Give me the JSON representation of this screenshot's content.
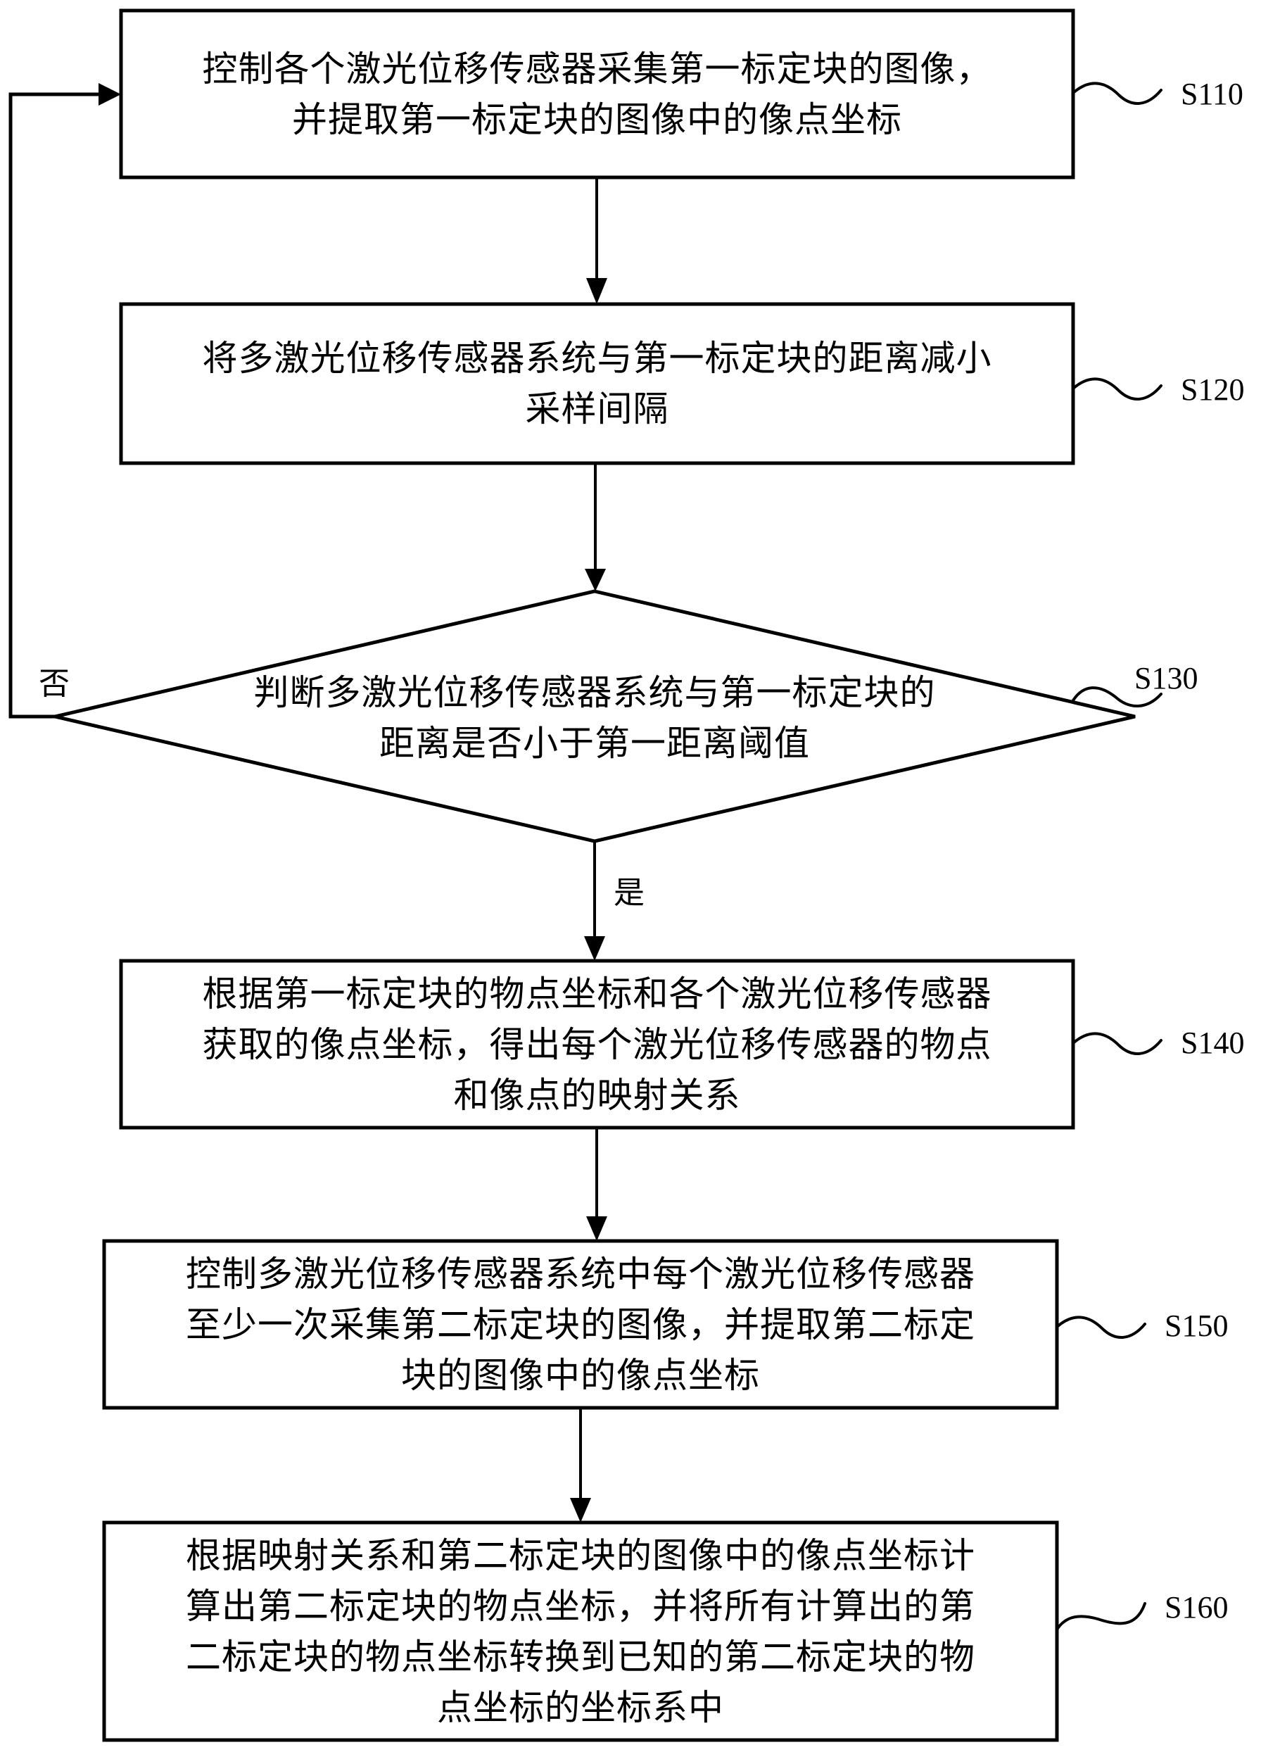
{
  "flowchart": {
    "steps": [
      {
        "id": "S110",
        "type": "process",
        "lines": [
          "控制各个激光位移传感器采集第一标定块的图像，",
          "并提取第一标定块的图像中的像点坐标"
        ]
      },
      {
        "id": "S120",
        "type": "process",
        "lines": [
          "将多激光位移传感器系统与第一标定块的距离减小",
          "采样间隔"
        ]
      },
      {
        "id": "S130",
        "type": "decision",
        "lines": [
          "判断多激光位移传感器系统与第一标定块的",
          "距离是否小于第一距离阈值"
        ]
      },
      {
        "id": "S140",
        "type": "process",
        "lines": [
          "根据第一标定块的物点坐标和各个激光位移传感器",
          "获取的像点坐标，得出每个激光位移传感器的物点",
          "和像点的映射关系"
        ]
      },
      {
        "id": "S150",
        "type": "process",
        "lines": [
          "控制多激光位移传感器系统中每个激光位移传感器",
          "至少一次采集第二标定块的图像，并提取第二标定",
          "块的图像中的像点坐标"
        ]
      },
      {
        "id": "S160",
        "type": "process",
        "lines": [
          "根据映射关系和第二标定块的图像中的像点坐标计",
          "算出第二标定块的物点坐标，并将所有计算出的第",
          "二标定块的物点坐标转换到已知的第二标定块的物",
          "点坐标的坐标系中"
        ]
      }
    ],
    "branches": {
      "no_label": "否",
      "yes_label": "是"
    },
    "edges": [
      {
        "from": "S110",
        "to": "S120"
      },
      {
        "from": "S120",
        "to": "S130"
      },
      {
        "from": "S130",
        "to": "S140",
        "label": "是"
      },
      {
        "from": "S130",
        "to": "S110",
        "label": "否"
      },
      {
        "from": "S140",
        "to": "S150"
      },
      {
        "from": "S150",
        "to": "S160"
      }
    ]
  }
}
